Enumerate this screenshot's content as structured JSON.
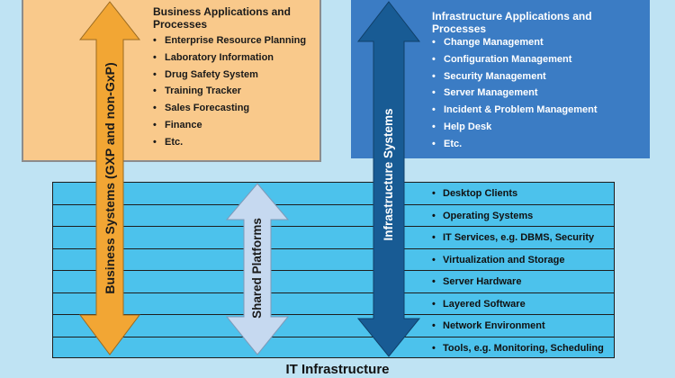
{
  "business_panel": {
    "title": "Business Applications and Processes",
    "items": [
      "Enterprise Resource Planning",
      "Laboratory Information",
      "Drug Safety System",
      "Training Tracker",
      "Sales Forecasting",
      "Finance",
      "Etc."
    ]
  },
  "infrastructure_panel": {
    "title": "Infrastructure Applications and Processes",
    "items": [
      "Change Management",
      "Configuration Management",
      "Security Management",
      "Server Management",
      "Incident & Problem Management",
      "Help Desk",
      "Etc."
    ]
  },
  "arrows": {
    "business": "Business Systems (GXP and non-GxP)",
    "shared": "Shared Platforms",
    "infrastructure": "Infrastructure Systems"
  },
  "it_infrastructure": {
    "title": "IT Infrastructure",
    "layers": [
      "Desktop Clients",
      "Operating Systems",
      "IT Services, e.g. DBMS, Security",
      "Virtualization and Storage",
      "Server Hardware",
      "Layered Software",
      "Network Environment",
      "Tools, e.g. Monitoring, Scheduling"
    ]
  },
  "colors": {
    "business_panel": "#f9c98b",
    "infrastructure_panel": "#3b7cc4",
    "it_layers": "#4cc2ec",
    "business_arrow": "#f2a634",
    "shared_arrow": "#c6d9f0",
    "infrastructure_arrow": "#185b94"
  }
}
